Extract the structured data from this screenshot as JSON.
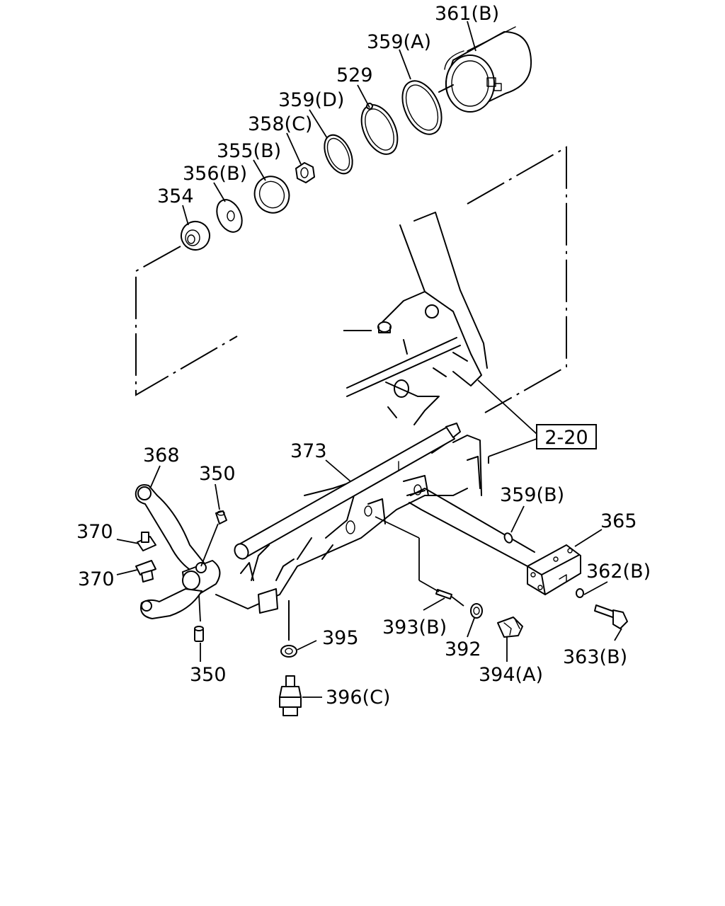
{
  "reference": "2-20",
  "labels": {
    "p361b": "361(B)",
    "p359a": "359(A)",
    "p529": "529",
    "p359d": "359(D)",
    "p358c": "358(C)",
    "p355b": "355(B)",
    "p356b": "356(B)",
    "p354": "354",
    "p368": "368",
    "p350top": "350",
    "p373": "373",
    "p359b": "359(B)",
    "p365": "365",
    "p370a": "370",
    "p370b": "370",
    "p362b": "362(B)",
    "p393b": "393(B)",
    "p392": "392",
    "p363b": "363(B)",
    "p395": "395",
    "p394a": "394(A)",
    "p350bot": "350",
    "p396c": "396(C)"
  }
}
